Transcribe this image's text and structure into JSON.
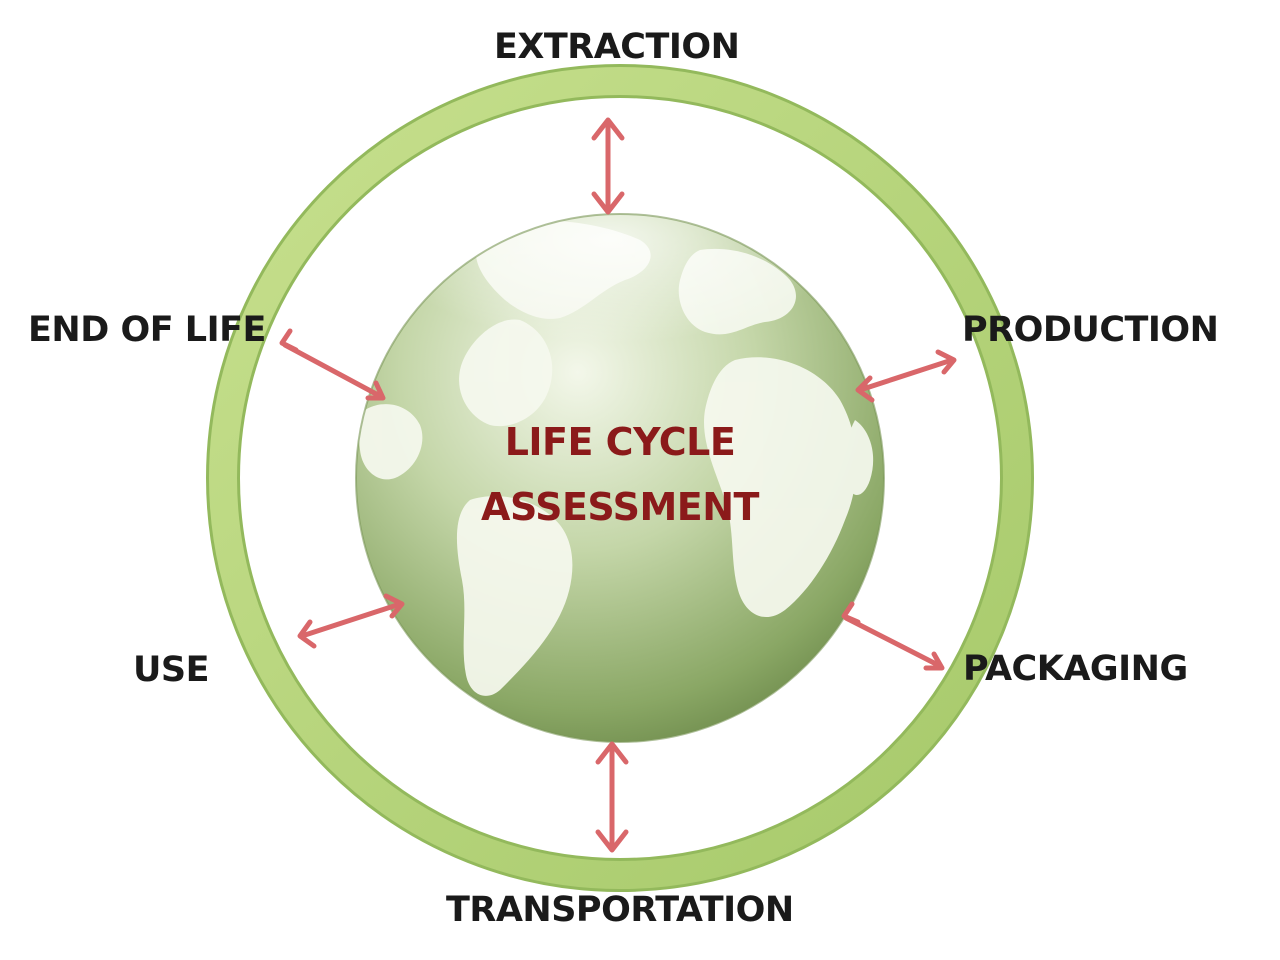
{
  "center": {
    "line1": "LIFE CYCLE",
    "line2": "ASSESSMENT"
  },
  "stages": {
    "extraction": "EXTRACTION",
    "production": "PRODUCTION",
    "packaging": "PACKAGING",
    "transportation": "TRANSPORTATION",
    "use": "USE",
    "end_of_life": "END OF LIFE"
  },
  "colors": {
    "ring": "#b5d67a",
    "ring_edge": "#93b95c",
    "globe_light": "#eef4e2",
    "globe_mid": "#b6c99a",
    "globe_dark": "#7d9a5a",
    "land": "#f6f9ef",
    "arrow": "#d9676a",
    "center_text": "#8b1a1a",
    "stage_text": "#1a1a1a"
  }
}
